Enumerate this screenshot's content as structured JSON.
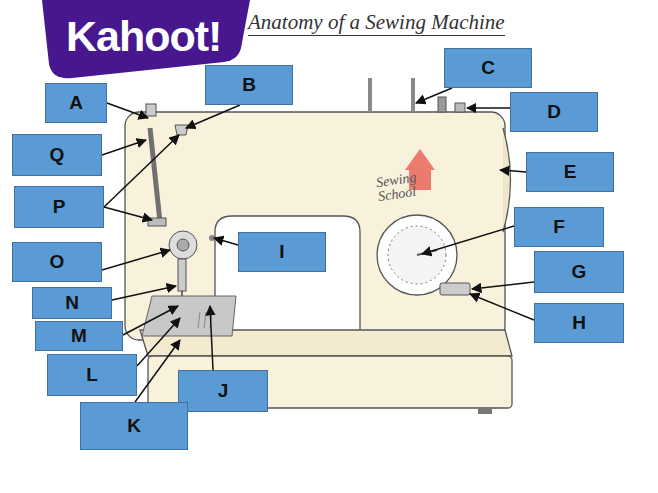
{
  "diagram": {
    "title": "Anatomy of a Sewing Machine",
    "nodes": [
      {
        "text": [
          "C"
        ]
      },
      {
        "text": [
          "B"
        ]
      },
      {
        "text": [
          "A"
        ]
      },
      {
        "text": [
          "D"
        ]
      },
      {
        "text": [
          "Q"
        ]
      },
      {
        "text": [
          "E"
        ]
      },
      {
        "text": [
          "P"
        ]
      },
      {
        "text": [
          "F"
        ]
      },
      {
        "text": [
          "I"
        ]
      },
      {
        "text": [
          "O"
        ]
      },
      {
        "text": [
          "G"
        ]
      },
      {
        "text": [
          "N"
        ]
      },
      {
        "text": [
          "H"
        ]
      },
      {
        "text": [
          "M"
        ]
      },
      {
        "text": [
          "L"
        ]
      },
      {
        "text": [
          "J"
        ]
      },
      {
        "text": [
          "K"
        ]
      }
    ],
    "labels": [
      "Kahoot!",
      "Sewing School"
    ]
  }
}
